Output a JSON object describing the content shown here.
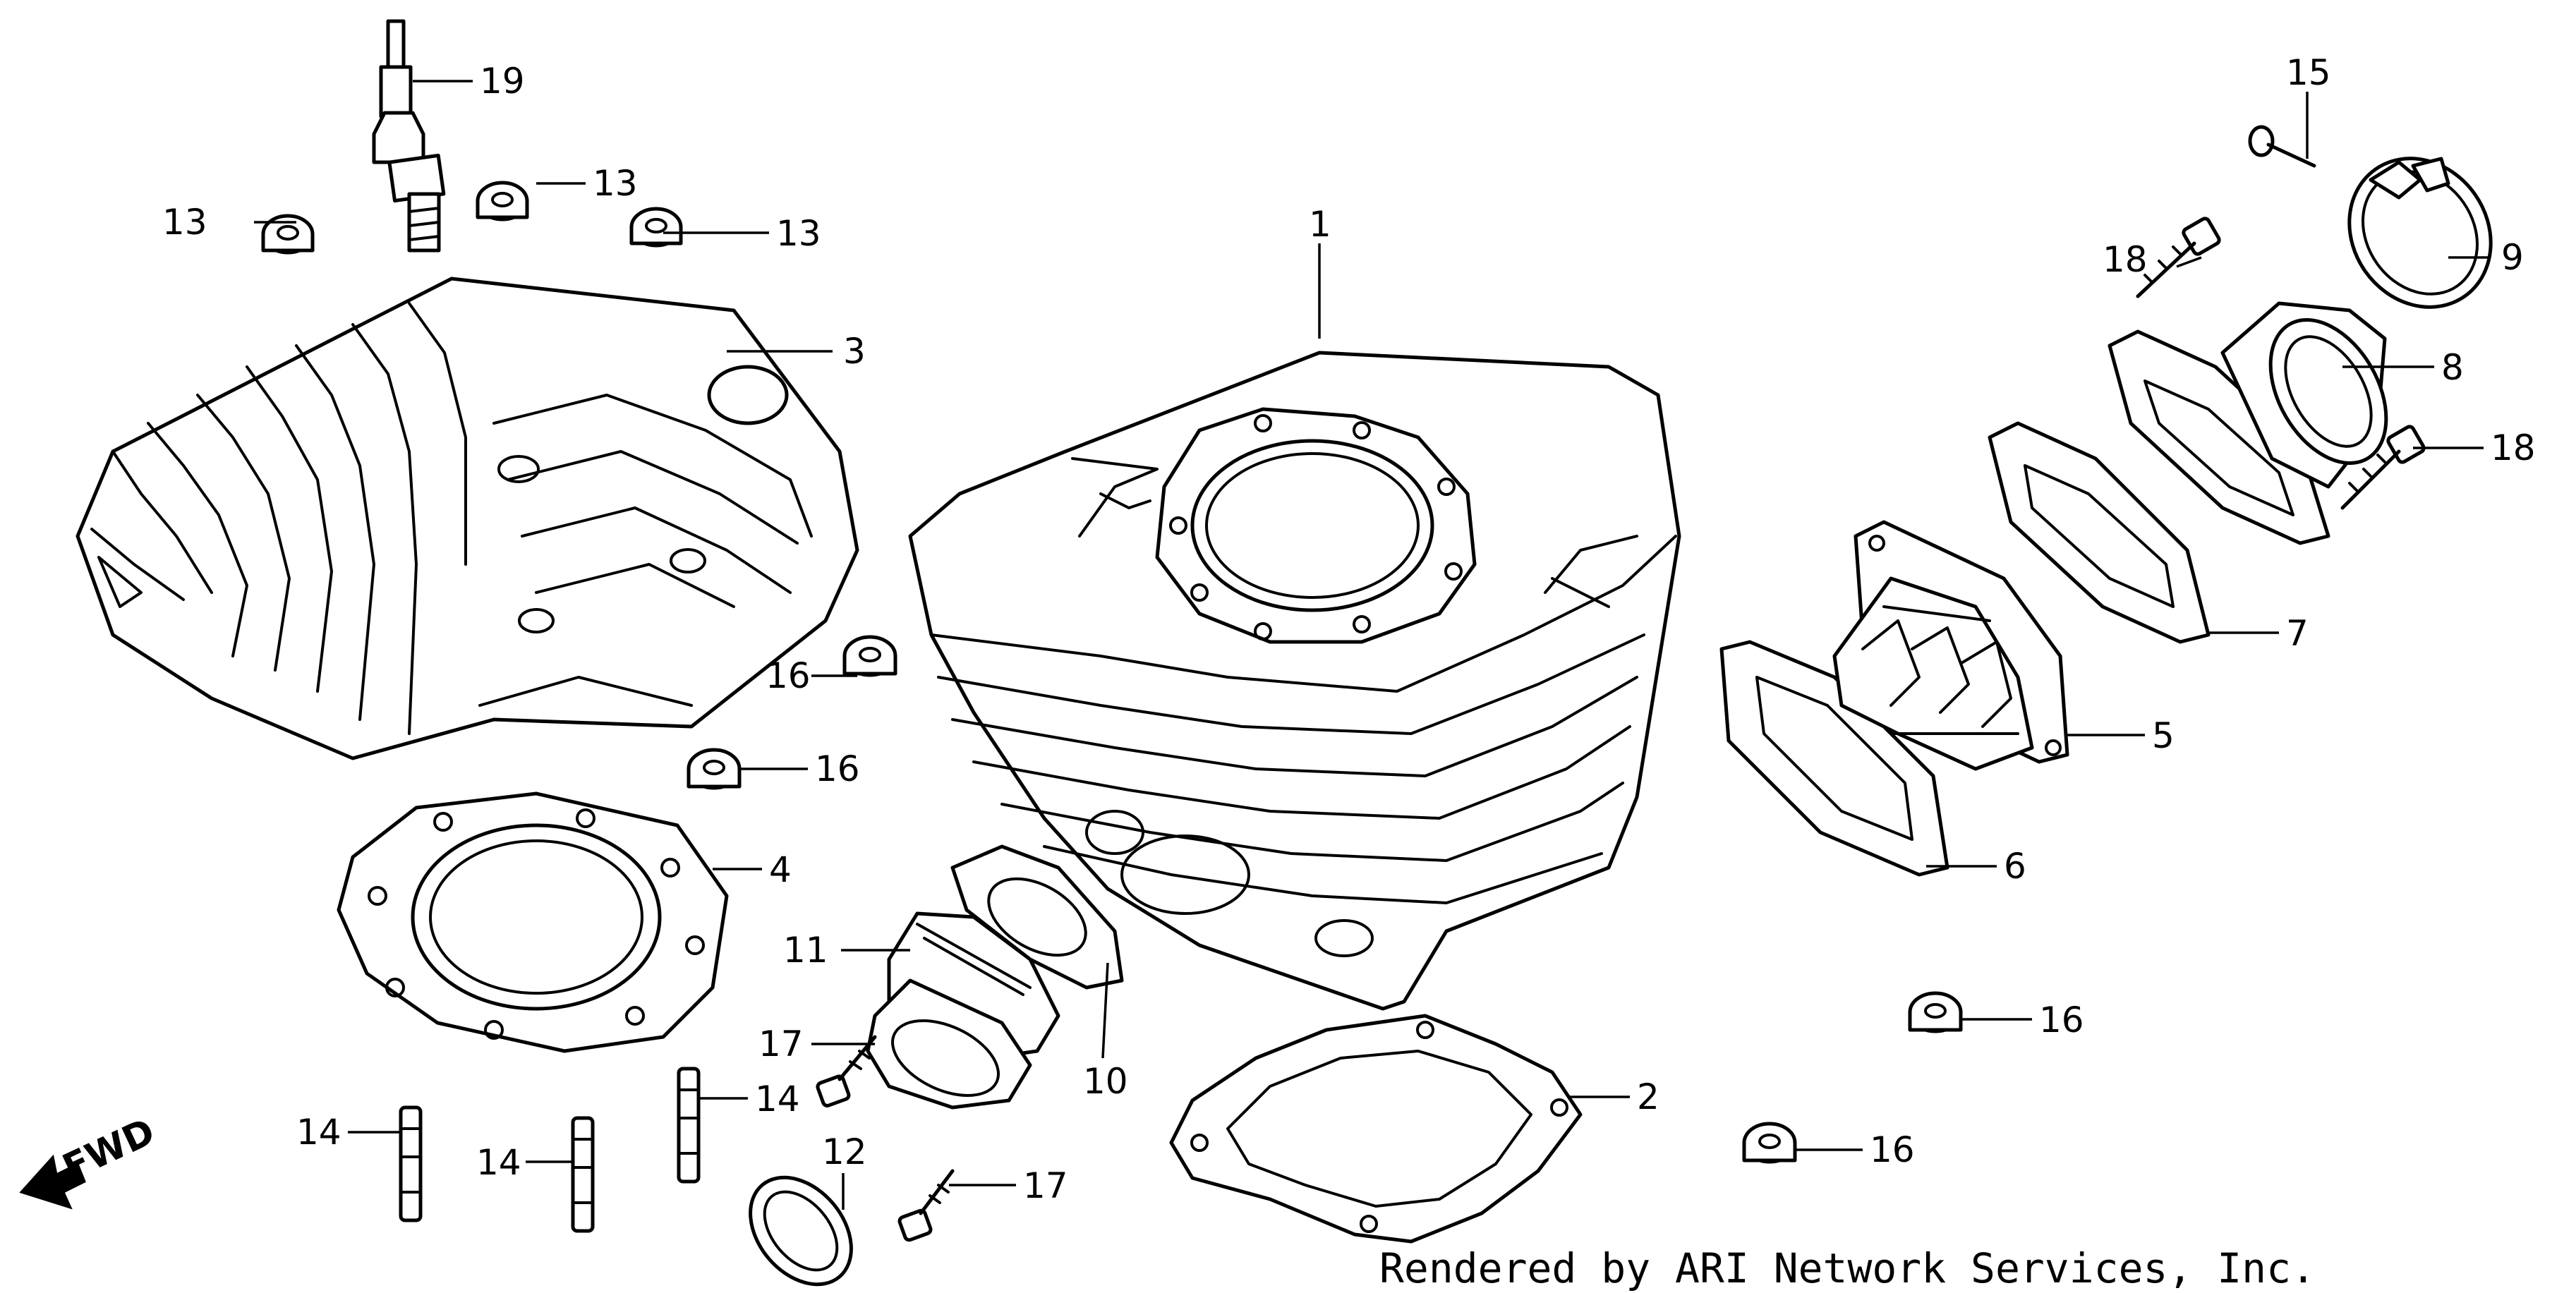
{
  "diagram": {
    "credit": "Rendered by ARI Network Services, Inc.",
    "fwd_label": "FWD",
    "part_numbers": [
      "1",
      "2",
      "3",
      "4",
      "5",
      "6",
      "7",
      "8",
      "9",
      "10",
      "11",
      "12",
      "13",
      "14",
      "15",
      "16",
      "17",
      "18",
      "19"
    ],
    "callouts": {
      "c1": "1",
      "c2": "2",
      "c3": "3",
      "c4": "4",
      "c5": "5",
      "c6": "6",
      "c7": "7",
      "c8": "8",
      "c9": "9",
      "c10": "10",
      "c11": "11",
      "c12": "12",
      "c13a": "13",
      "c13b": "13",
      "c13c": "13",
      "c14a": "14",
      "c14b": "14",
      "c14c": "14",
      "c15": "15",
      "c16a": "16",
      "c16b": "16",
      "c16c": "16",
      "c16d": "16",
      "c17a": "17",
      "c17b": "17",
      "c18a": "18",
      "c18b": "18",
      "c19": "19"
    }
  }
}
